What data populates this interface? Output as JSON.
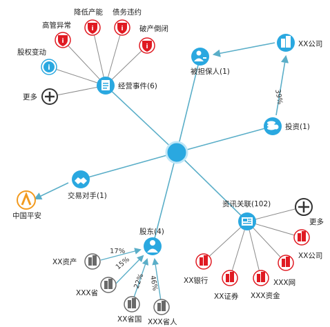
{
  "center": {
    "label": ""
  },
  "hubs": {
    "operations": "经营事件(6)",
    "guarantee": "被担保人(1)",
    "investment": "投资(1)",
    "trade": "交易对手(1)",
    "shareholders": "股东(4)",
    "news": "资讯关联(102)"
  },
  "operations_children": [
    {
      "label": "股权变动",
      "kind": "info"
    },
    {
      "label": "高管异常",
      "kind": "alert"
    },
    {
      "label": "降低产能",
      "kind": "alert"
    },
    {
      "label": "债务违约",
      "kind": "alert"
    },
    {
      "label": "破产倒闭",
      "kind": "alert"
    },
    {
      "label": "更多",
      "kind": "more"
    }
  ],
  "guarantee_company": {
    "label": "XX公司"
  },
  "investment_percent": "39%",
  "trade_partner": {
    "label": "中国平安"
  },
  "shareholders_children": [
    {
      "label": "XX资产",
      "percent": "17%"
    },
    {
      "label": "XXX省",
      "percent": "15%"
    },
    {
      "label": "XX省国",
      "percent": "22%"
    },
    {
      "label": "XXX省人",
      "percent": "46%"
    }
  ],
  "news_children": [
    {
      "label": "更多",
      "kind": "more"
    },
    {
      "label": "XX公司",
      "kind": "company"
    },
    {
      "label": "XXX网",
      "kind": "company"
    },
    {
      "label": "XXX资金",
      "kind": "company"
    },
    {
      "label": "XX证券",
      "kind": "company"
    },
    {
      "label": "XX银行",
      "kind": "company"
    }
  ],
  "colors": {
    "blue": "#2aa8e0",
    "line": "#5aaec8",
    "red": "#e01a22",
    "gray": "#6a6a6a",
    "orange": "#f29a1e"
  }
}
